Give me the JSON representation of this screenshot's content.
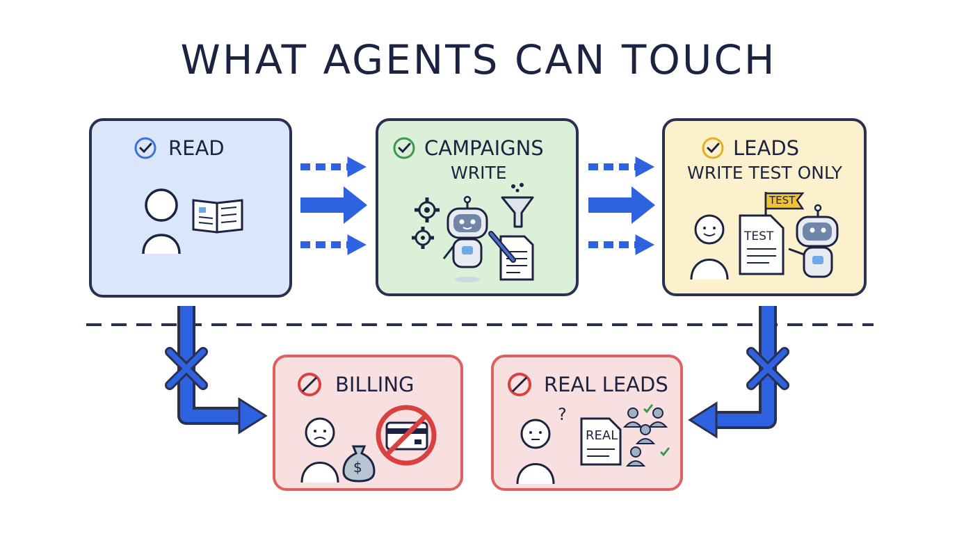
{
  "title": "WHAT AGENTS CAN TOUCH",
  "boxes": {
    "read": {
      "label": "READ"
    },
    "campaigns": {
      "label": "CAMPAIGNS",
      "sub": "WRITE"
    },
    "leads": {
      "label": "LEADS",
      "sub": "WRITE TEST ONLY",
      "flag": "TEST",
      "doc": "TEST"
    },
    "billing": {
      "label": "BILLING",
      "bag_symbol": "$"
    },
    "real_leads": {
      "label": "REAL LEADS",
      "doc": "REAL",
      "question": "?"
    }
  },
  "colors": {
    "read_bg": "#dce6fb",
    "campaigns_bg": "#dcefd8",
    "leads_bg": "#fcf1cd",
    "blocked_bg": "#f9e0e0",
    "blocked_border": "#e06060",
    "arrow": "#2f62e0",
    "check": "#3f6fd8",
    "ink": "#1c2340"
  },
  "icons": [
    "check-circle-icon",
    "person-icon",
    "book-icon",
    "gear-icon",
    "robot-icon",
    "funnel-icon",
    "document-icon",
    "pen-icon",
    "flag-icon",
    "no-entry-icon",
    "money-bag-icon",
    "credit-card-icon",
    "people-group-icon",
    "arrow-icon",
    "cross-icon"
  ]
}
